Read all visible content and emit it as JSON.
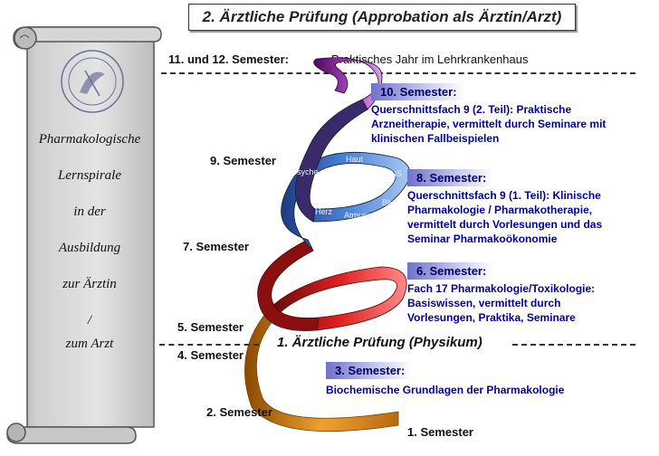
{
  "title": "2. Ärztliche Prüfung (Approbation als Ärztin/Arzt)",
  "praktisch": {
    "label": "11. und 12. Semester:",
    "text": "Praktisches Jahr im Lehrkrankenhaus"
  },
  "scroll": {
    "lines": [
      "Pharmakologische",
      "Lernspirale",
      "in der",
      "Ausbildung",
      "zur Ärztin",
      "/",
      "zum Arzt"
    ]
  },
  "semesters": {
    "s9": "9. Semester",
    "s7": "7. Semester",
    "s5": "5. Semester",
    "s4": "4. Semester",
    "s2": "2. Semester",
    "s1": "1. Semester"
  },
  "physikum": "1. Ärztliche Prüfung (Physikum)",
  "boxes": {
    "b10": {
      "head": "10. Semester:",
      "body": "Querschnittsfach 9 (2. Teil): Praktische\nArzneitherapie, vermittelt durch Seminare mit\nklinischen Fallbeispielen"
    },
    "b8": {
      "head": "8. Semester:",
      "body": "Querschnittsfach 9 (1. Teil): Klinische\nPharmakologie / Pharmakotherapie,\nvermittelt durch Vorlesungen und das\nSeminar Pharmakoökonomie"
    },
    "b6": {
      "head": "6. Semester:",
      "body": "Fach 17 Pharmakologie/Toxikologie:\nBasiswissen, vermittelt durch\nVorlesungen, Praktika, Seminare"
    },
    "b3": {
      "head": "3. Semester:",
      "body": "Biochemische Grundlagen der Pharmakologie"
    }
  },
  "ribbon_words": {
    "top": [
      "Psyche",
      "Haut",
      "ZNS"
    ],
    "bottom": [
      "Herz",
      "Atmung",
      "Blut"
    ]
  },
  "colors": {
    "ribbon_gold": "#e08a1e",
    "ribbon_red": "#c01818",
    "ribbon_blue": "#3a6fc4",
    "ribbon_purple": "#8c3aa0",
    "info_text": "#0000aa"
  }
}
